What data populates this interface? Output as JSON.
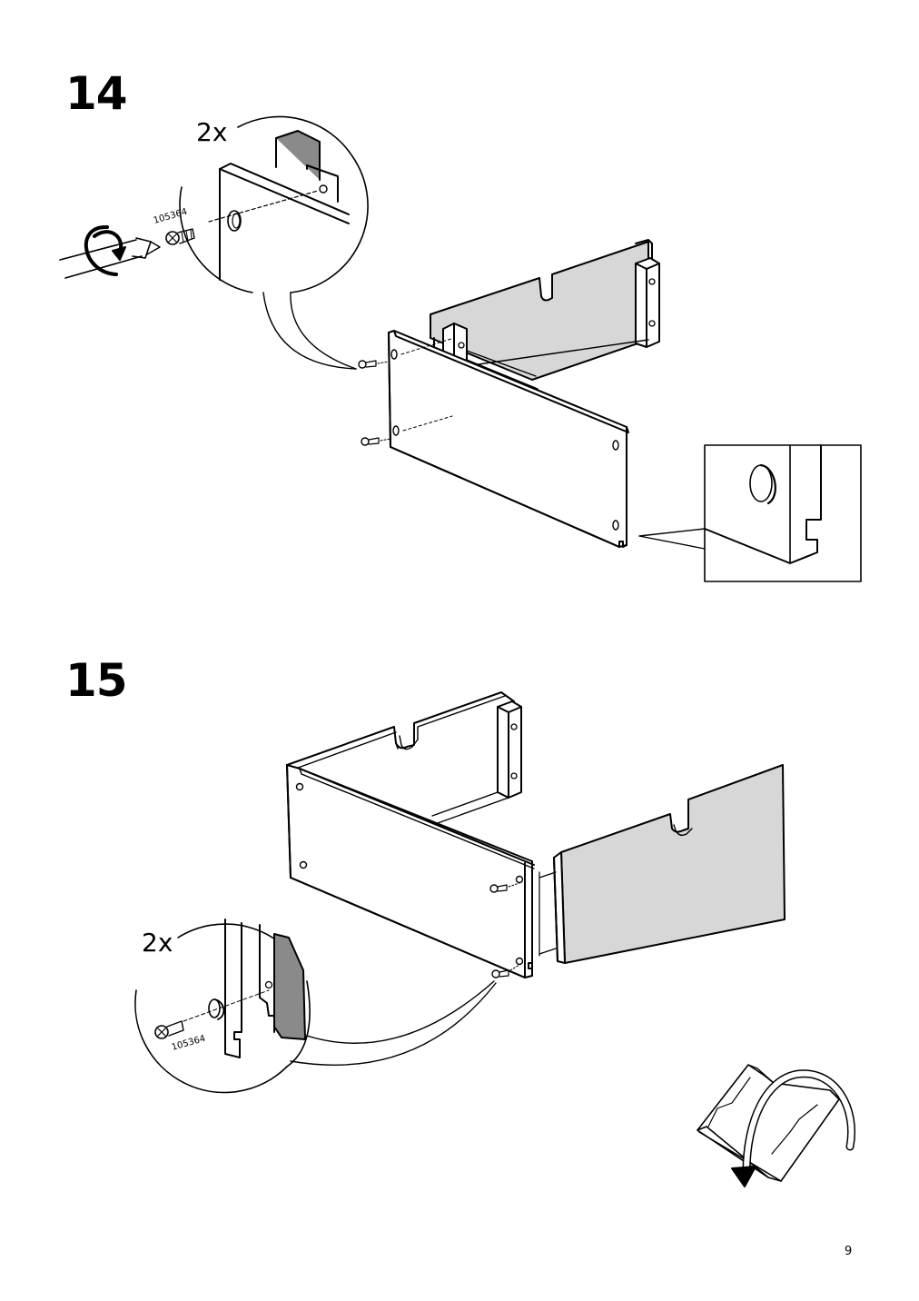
{
  "steps": [
    {
      "number": "14",
      "quantity": "2x",
      "part_number": "105364"
    },
    {
      "number": "15",
      "quantity": "2x",
      "part_number": "105364"
    }
  ],
  "page_number": "9"
}
